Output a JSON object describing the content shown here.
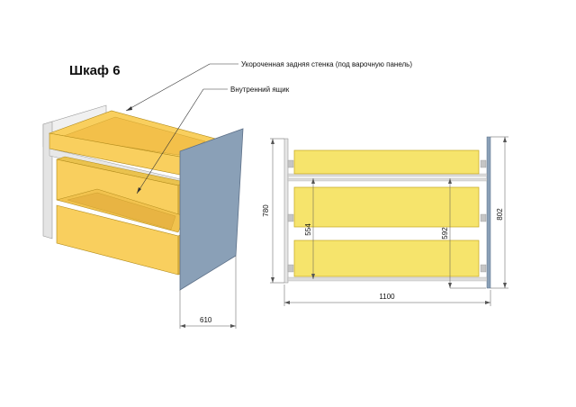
{
  "title": "Шкаф 6",
  "callouts": {
    "back_panel": "Укороченная задняя стенка (под варочную панель)",
    "inner_drawer": "Внутренний ящик"
  },
  "dimensions": {
    "depth": "610",
    "height_body": "780",
    "inner_left": "554",
    "inner_right": "592",
    "height_side": "802",
    "width": "1100"
  },
  "colors": {
    "drawer": "#f9cf5e",
    "drawer_front": "#f6e46c",
    "side_panel": "#8aa0b7",
    "carcass": "#ececec"
  }
}
